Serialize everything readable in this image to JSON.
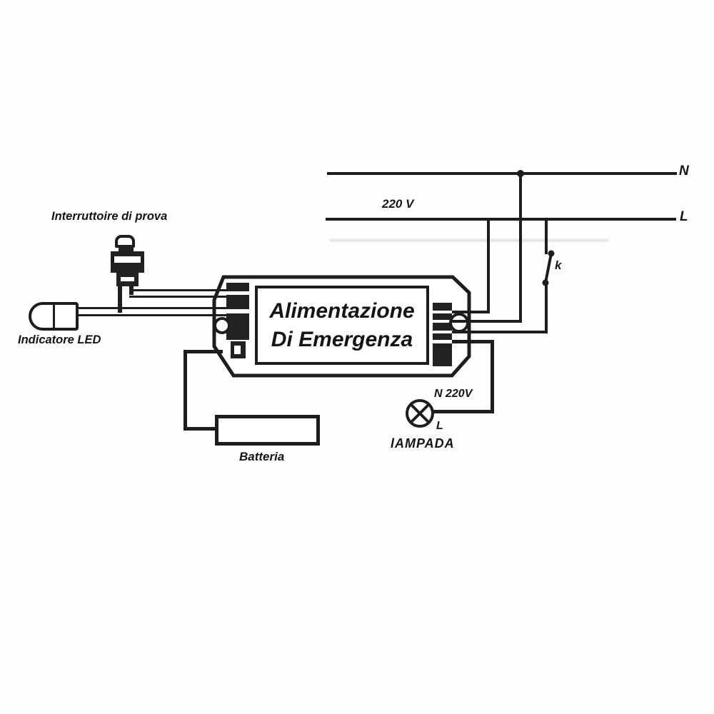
{
  "diagram": {
    "kind": "emergency-lighting-wiring-diagram",
    "labels": {
      "test_switch": "Interruttoire di prova",
      "led": "Indicatore LED",
      "mains_voltage": "220 V",
      "neutral": "N",
      "line": "L",
      "switch_k": "k",
      "unit_line1": "Alimentazione",
      "unit_line2": "Di Emergenza",
      "lamp_supply": "N 220V",
      "lamp_line": "L",
      "lamp": "lAMPADA",
      "battery": "Batteria"
    },
    "colors": {
      "ink": "#1d1d1d",
      "background": "#fefefe"
    }
  }
}
